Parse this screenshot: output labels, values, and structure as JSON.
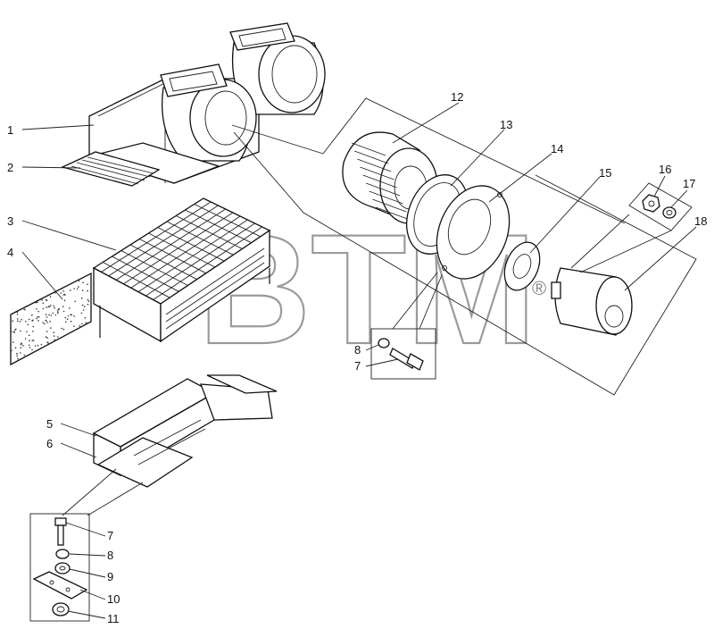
{
  "callouts": [
    "1",
    "2",
    "3",
    "4",
    "5",
    "6",
    "7",
    "8",
    "9",
    "10",
    "11",
    "12",
    "13",
    "14",
    "15",
    "16",
    "17",
    "18",
    "8",
    "7"
  ],
  "watermark": {
    "text": "BTM",
    "mark": "®"
  }
}
